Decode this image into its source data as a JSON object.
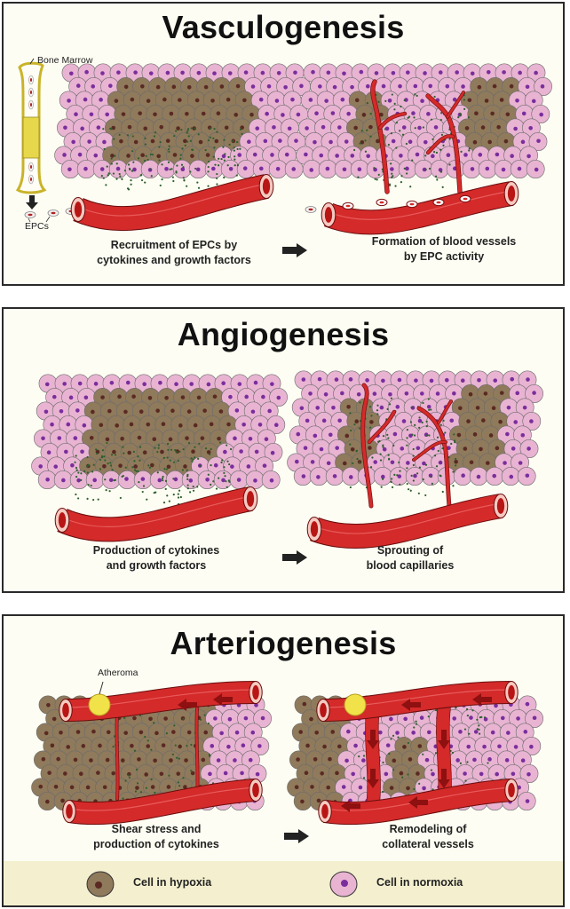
{
  "panels": [
    {
      "title": "Vasculogenesis",
      "labels": {
        "bone_marrow": "Bone Marrow",
        "epcs": "EPCs"
      },
      "caption_left": [
        "Recruitment of EPCs by",
        "cytokines and growth factors"
      ],
      "caption_right": [
        "Formation of blood vessels",
        "by EPC activity"
      ]
    },
    {
      "title": "Angiogenesis",
      "caption_left": [
        "Production of cytokines",
        "and growth factors"
      ],
      "caption_right": [
        "Sprouting of",
        "blood capillaries"
      ]
    },
    {
      "title": "Arteriogenesis",
      "labels": {
        "atheroma": "Atheroma"
      },
      "caption_left": [
        "Shear stress and",
        "production of cytokines"
      ],
      "caption_right": [
        "Remodeling of",
        "collateral vessels"
      ]
    }
  ],
  "legend": {
    "hypoxia": "Cell in hypoxia",
    "normoxia": "Cell in normoxia"
  },
  "colors": {
    "panel_bg": "#fdfdf3",
    "legend_bg": "#f4f0cf",
    "normoxia_cell": "#e8b4d2",
    "normoxia_nucleus": "#7a2e9c",
    "hypoxia_cell": "#8f7a5c",
    "hypoxia_nucleus": "#5a2a22",
    "vessel": "#d42a2a",
    "vessel_dark": "#8e1010",
    "cytokine": "#2e5e2e",
    "bone_yellow": "#e6d84a",
    "atheroma": "#f2e24a"
  }
}
